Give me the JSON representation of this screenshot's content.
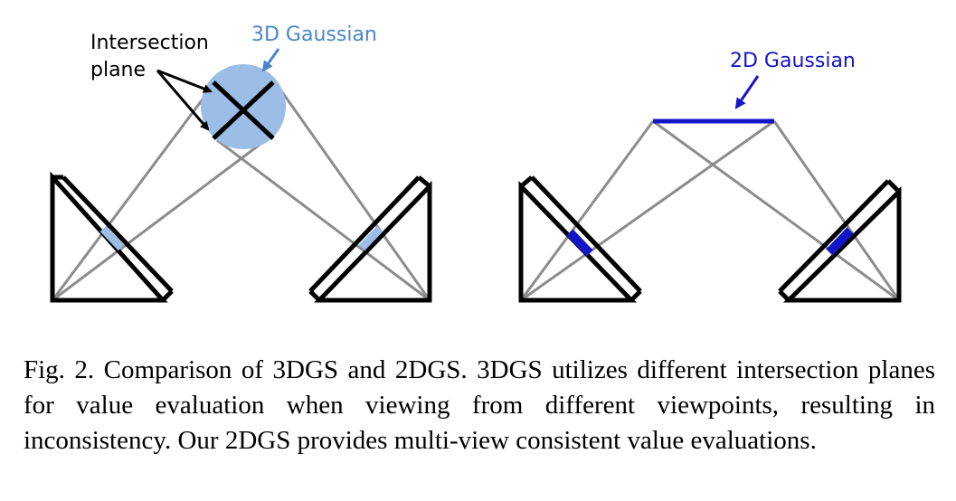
{
  "figure": {
    "labels": {
      "intersection_plane_line1": "Intersection",
      "intersection_plane_line2": "plane",
      "gaussian_3d": "3D Gaussian",
      "gaussian_2d": "2D Gaussian"
    },
    "colors": {
      "gaussian_3d": "#4a86c8",
      "gaussian_3d_fill": "#9cbde6",
      "gaussian_2d": "#1515c8",
      "ray": "#8c8c8c",
      "camera": "#000000"
    }
  },
  "caption": {
    "text": "Fig. 2.  Comparison of 3DGS and 2DGS. 3DGS utilizes different intersection planes for value evaluation when viewing from different viewpoints, resulting in inconsistency. Our 2DGS provides multi-view consistent value evaluations."
  }
}
